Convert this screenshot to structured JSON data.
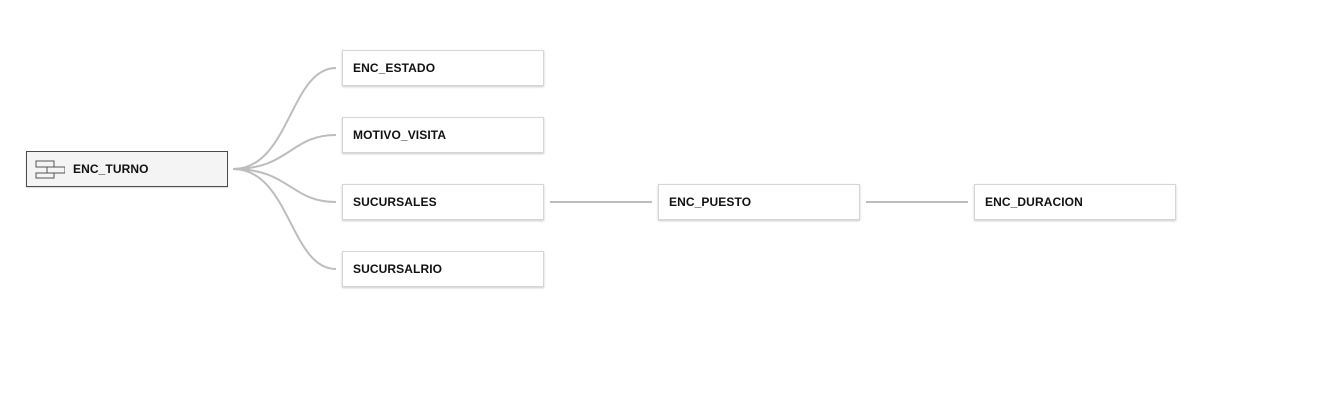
{
  "diagram": {
    "root": {
      "label": "ENC_TURNO",
      "icon": "component-icon"
    },
    "children": [
      {
        "label": "ENC_ESTADO"
      },
      {
        "label": "MOTIVO_VISITA"
      },
      {
        "label": "SUCURSALES"
      },
      {
        "label": "SUCURSALRIO"
      }
    ],
    "chain": [
      {
        "label": "ENC_PUESTO"
      },
      {
        "label": "ENC_DURACION"
      }
    ],
    "connector_color": "#bdbdbd"
  }
}
